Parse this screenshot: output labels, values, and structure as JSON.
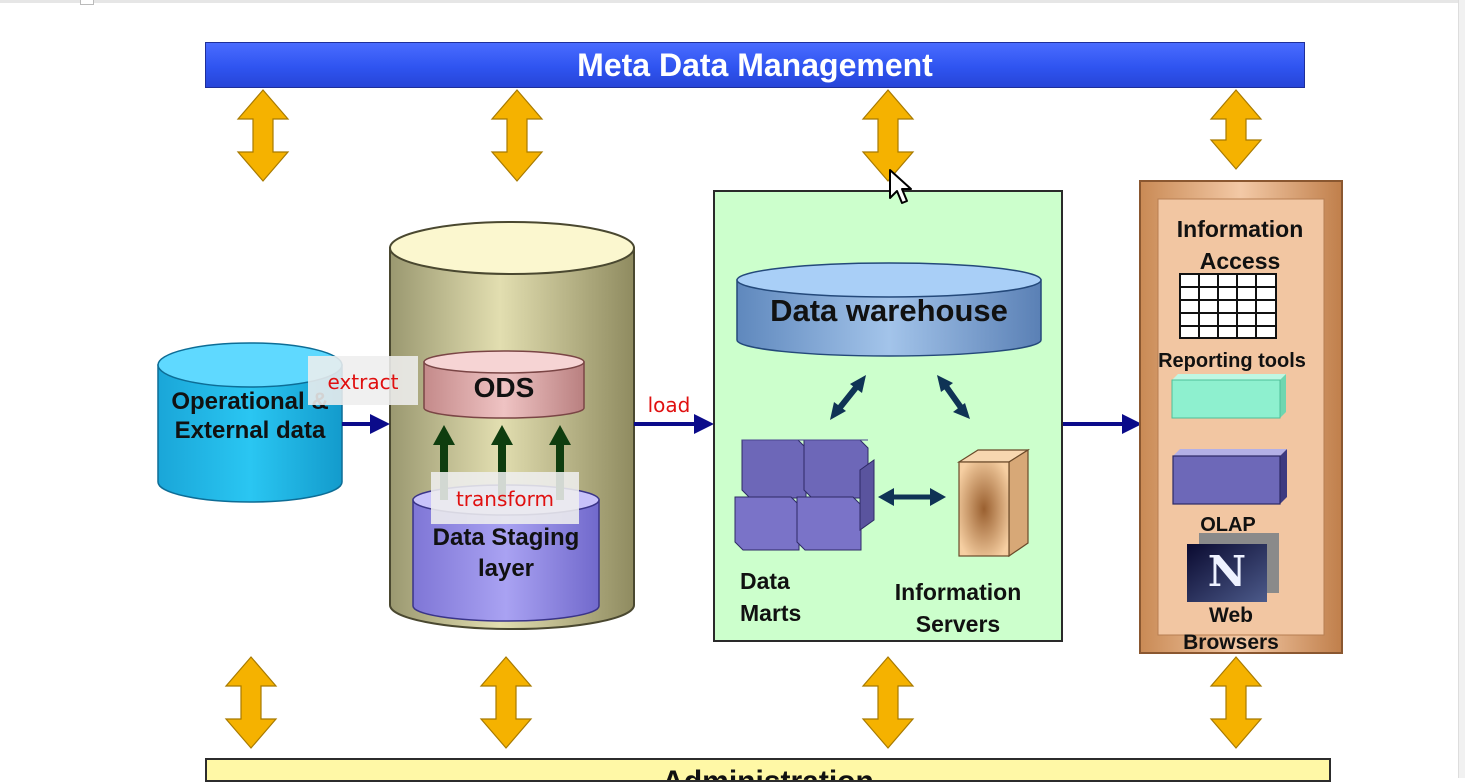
{
  "header": {
    "title": "Meta Data Management"
  },
  "footer": {
    "title": "Administration"
  },
  "sources": {
    "label": "Operational & External data"
  },
  "staging": {
    "ods_label": "ODS",
    "layer_label": "Data Staging layer"
  },
  "warehouse": {
    "title": "Data warehouse",
    "marts_label": "Data Marts",
    "servers_label": "Information Servers"
  },
  "access": {
    "title": "Information Access",
    "reporting_label": "Reporting tools",
    "olap_label": "OLAP",
    "web_label": "Web Browsers",
    "browser_logo_letter": "N"
  },
  "annotations": {
    "extract": "extract",
    "transform": "transform",
    "load": "load"
  },
  "colors": {
    "banner_blue": "#2f54f0",
    "arrow_orange": "#f5b200",
    "flow_navy": "#0b0b8a",
    "annotation_red": "#e01010",
    "warehouse_panel": "#ccffcc",
    "access_panel": "#e8b48a"
  }
}
